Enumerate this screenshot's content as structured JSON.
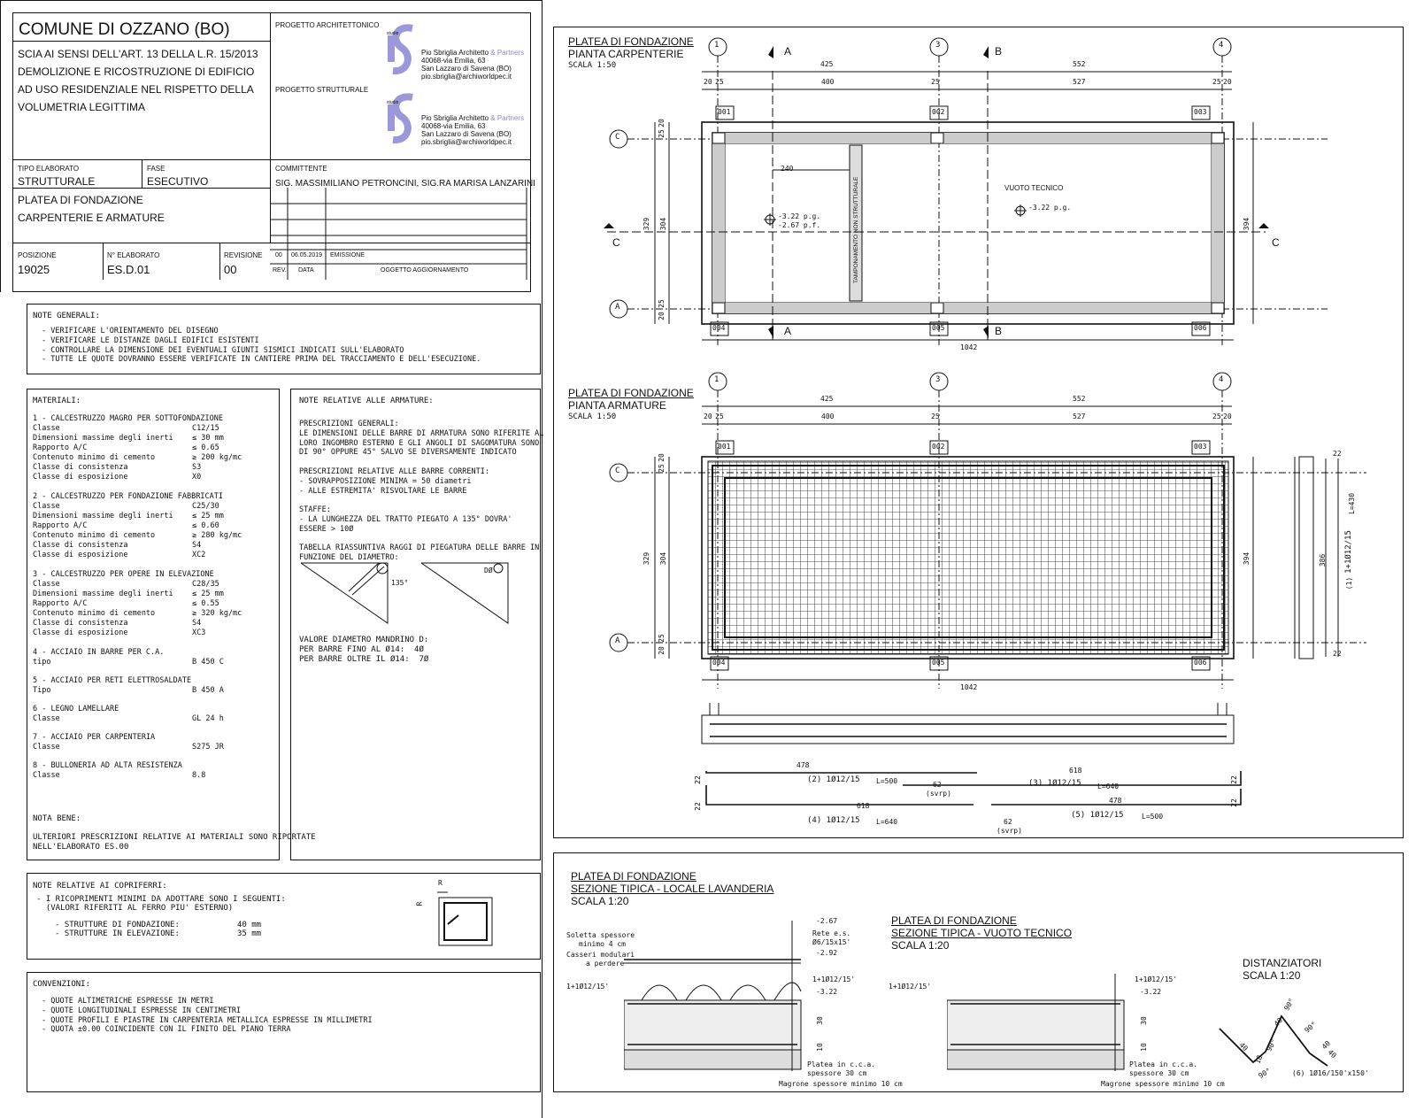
{
  "title_block": {
    "municipality": "COMUNE DI OZZANO (BO)",
    "description_lines": [
      "SCIA AI SENSI DELL'ART. 13 DELLA L.R. 15/2013",
      "DEMOLIZIONE E RICOSTRUZIONE DI EDIFICIO",
      "AD USO RESIDENZIALE NEL RISPETTO DELLA",
      "VOLUMETRIA LEGITTIMA"
    ],
    "arch_label": "PROGETTO ARCHITETTONICO",
    "struct_label": "PROGETTO STRUTTURALE",
    "studio_name": "Pio Sbriglia Architetto",
    "studio_partners": "& Partners",
    "studio_address": "40068-via Emilia, 63",
    "studio_city": "San Lazzaro di Savena (BO)",
    "studio_email": "pio.sbriglia@archiworldpec.it",
    "studio_logo_text": "studio",
    "tipo_label": "TIPO ELABORATO",
    "tipo_value": "STRUTTURALE",
    "fase_label": "FASE",
    "fase_value": "ESECUTIVO",
    "committente_label": "COMMITTENTE",
    "committente_value": "SIG. MASSIMILIANO PETRONCINI, SIG.RA MARISA LANZARINI",
    "drawing_title_1": "PLATEA DI FONDAZIONE",
    "drawing_title_2": "CARPENTERIE E ARMATURE",
    "posizione_label": "POSIZIONE",
    "posizione_value": "19025",
    "elaborato_label": "N° ELABORATO",
    "elaborato_value": "ES.D.01",
    "revisione_label": "REVISIONE",
    "revisione_value": "00",
    "rev_num": "00",
    "rev_date": "06.05.2019",
    "rev_obj": "EMISSIONE",
    "rev_h": "REV.",
    "data_h": "DATA",
    "oggetto_h": "OGGETTO AGGIORNAMENTO"
  },
  "note_generali": {
    "heading": "NOTE GENERALI:",
    "items": [
      "- VERIFICARE L'ORIENTAMENTO DEL DISEGNO",
      "- VERIFICARE LE DISTANZE DAGLI EDIFICI ESISTENTI",
      "- CONTROLLARE LA DIMENSIONE DEI EVENTUALI GIUNTI SISMICI INDICATI SULL'ELABORATO",
      "- TUTTE LE QUOTE DOVRANNO ESSERE VERIFICATE IN CANTIERE PRIMA DEL TRACCIAMENTO E DELL'ESECUZIONE."
    ]
  },
  "materiali": {
    "heading": "MATERIALI:",
    "groups": [
      {
        "title": "1 - CALCESTRUZZO MAGRO PER SOTTOFONDAZIONE",
        "rows": [
          [
            "Classe",
            "C12/15"
          ],
          [
            "Dimensioni massime degli inerti",
            "≤ 30 mm"
          ],
          [
            "Rapporto A/C",
            "≤ 0.65"
          ],
          [
            "Contenuto minimo di cemento",
            "≥ 200 kg/mc"
          ],
          [
            "Classe di consistenza",
            "S3"
          ],
          [
            "Classe di esposizione",
            "X0"
          ]
        ]
      },
      {
        "title": "2 - CALCESTRUZZO PER FONDAZIONE FABBRICATI",
        "rows": [
          [
            "Classe",
            "C25/30"
          ],
          [
            "Dimensioni massime degli inerti",
            "≤ 25 mm"
          ],
          [
            "Rapporto A/C",
            "≤ 0.60"
          ],
          [
            "Contenuto minimo di cemento",
            "≥ 280 kg/mc"
          ],
          [
            "Classe di consistenza",
            "S4"
          ],
          [
            "Classe di esposizione",
            "XC2"
          ]
        ]
      },
      {
        "title": "3 - CALCESTRUZZO PER OPERE IN ELEVAZIONE",
        "rows": [
          [
            "Classe",
            "C28/35"
          ],
          [
            "Dimensioni massime degli inerti",
            "≤ 25 mm"
          ],
          [
            "Rapporto A/C",
            "≤ 0.55"
          ],
          [
            "Contenuto minimo di cemento",
            "≥ 320 kg/mc"
          ],
          [
            "Classe di consistenza",
            "S4"
          ],
          [
            "Classe di esposizione",
            "XC3"
          ]
        ]
      },
      {
        "title": "4 - ACCIAIO IN BARRE PER C.A.",
        "rows": [
          [
            "tipo",
            "B 450 C"
          ]
        ]
      },
      {
        "title": "5 - ACCIAIO PER RETI ELETTROSALDATE",
        "rows": [
          [
            "Tipo",
            "B 450 A"
          ]
        ]
      },
      {
        "title": "6 - LEGNO LAMELLARE",
        "rows": [
          [
            "Classe",
            "GL 24 h"
          ]
        ]
      },
      {
        "title": "7 - ACCIAIO PER CARPENTERIA",
        "rows": [
          [
            "Classe",
            "S275 JR"
          ]
        ]
      },
      {
        "title": "8 - BULLONERIA AD ALTA RESISTENZA",
        "rows": [
          [
            "Classe",
            "8.8"
          ]
        ]
      }
    ],
    "nota_bene_heading": "NOTA BENE:",
    "nota_bene_text": [
      "ULTERIORI PRESCRIZIONI RELATIVE AI MATERIALI SONO RIPORTATE",
      "NELL'ELABORATO ES.00"
    ]
  },
  "note_armature": {
    "heading": "NOTE RELATIVE ALLE ARMATURE:",
    "lines": [
      "PRESCRIZIONI GENERALI:",
      "LE DIMENSIONI DELLE BARRE DI ARMATURA SONO RIFERITE AL",
      "LORO INGOMBRO ESTERNO E GLI ANGOLI DI SAGOMATURA SONO",
      "DI 90° OPPURE 45° SALVO SE DIVERSAMENTE INDICATO",
      "",
      "PRESCRIZIONI RELATIVE ALLE BARRE CORRENTI:",
      "- SOVRAPPOSIZIONE MINIMA = 50 diametri",
      "- ALLE ESTREMITA' RISVOLTARE LE BARRE",
      "",
      "STAFFE:",
      "- LA LUNGHEZZA DEL TRATTO PIEGATO A 135° DOVRA'",
      "ESSERE > 10Ø",
      "",
      "TABELLA RIASSUNTIVA RAGGI DI PIEGATURA DELLE BARRE IN",
      "FUNZIONE DEL DIAMETRO:"
    ],
    "angle_label": "135°",
    "d_label": "DØ",
    "mandrino_lines": [
      "VALORE DIAMETRO MANDRINO D:",
      "PER BARRE FINO AL Ø14:  4Ø",
      "PER BARRE OLTRE IL Ø14:  7Ø"
    ]
  },
  "copriferri": {
    "heading": "NOTE RELATIVE AI COPRIFERRI:",
    "lines": [
      "- I RICOPRIMENTI MINIMI DA ADOTTARE SONO I SEGUENTI:",
      "  (VALORI RIFERITI AL FERRO PIU' ESTERNO)"
    ],
    "rows": [
      [
        "- STRUTTURE DI FONDAZIONE:",
        "40 mm"
      ],
      [
        "- STRUTTURE IN ELEVAZIONE:",
        "35 mm"
      ]
    ],
    "r_label": "R"
  },
  "convenzioni": {
    "heading": "CONVENZIONI:",
    "items": [
      "- QUOTE ALTIMETRICHE ESPRESSE IN METRI",
      "- QUOTE LONGITUDINALI ESPRESSE IN CENTIMETRI",
      "- QUOTE PROFILI E PIASTRE IN CARPENTERIA METALLICA ESPRESSE IN MILLIMETRI",
      "- QUOTA ±0.00 COINCIDENTE CON IL FINITO DEL PIANO TERRA"
    ]
  },
  "plan_carpenterie": {
    "title": "PLATEA DI FONDAZIONE",
    "subtitle": "PIANTA CARPENTERIE",
    "scale": "SCALA 1:50",
    "axes": [
      "1",
      "3",
      "4"
    ],
    "row_axes": [
      "C",
      "A"
    ],
    "sections": [
      "A",
      "B",
      "C"
    ],
    "dim_top": [
      "425",
      "552"
    ],
    "dim_mid": [
      "20",
      "25",
      "400",
      "25",
      "527",
      "25",
      "20"
    ],
    "dim_total": "1042",
    "dim_left": [
      "329",
      "304",
      "25",
      "20",
      "25",
      "20"
    ],
    "dim_right": "394",
    "dim_inner": "240",
    "nodes": [
      "001",
      "002",
      "003",
      "004",
      "005",
      "006"
    ],
    "level_1": "-3.22 p.g.",
    "level_2": "-2.67 p.f.",
    "level_3": "-3.22 p.g.",
    "vuoto": "VUOTO TECNICO",
    "tamponamento": "TAMPONAMENTO NON STRUTTURALE"
  },
  "plan_armature": {
    "title": "PLATEA DI FONDAZIONE",
    "subtitle": "PIANTA ARMATURE",
    "scale": "SCALA 1:50",
    "dim_top": [
      "425",
      "552"
    ],
    "dim_mid": [
      "20",
      "25",
      "400",
      "25",
      "527",
      "25",
      "20"
    ],
    "dim_total": "1042",
    "dim_left": [
      "329",
      "304",
      "25",
      "20",
      "25",
      "20"
    ],
    "dim_right": "394",
    "dim_side": [
      "22",
      "386",
      "22"
    ],
    "side_bar": "1+1Ø12/15",
    "side_bar_num": "1",
    "side_bar_len": "L=430",
    "bars": [
      {
        "num": "2",
        "label": "1Ø12/15",
        "len": "L=500",
        "dim": "478"
      },
      {
        "num": "3",
        "label": "1Ø12/15",
        "len": "L=640",
        "dim": "618"
      },
      {
        "num": "4",
        "label": "1Ø12/15",
        "len": "L=640",
        "dim": "618"
      },
      {
        "num": "5",
        "label": "1Ø12/15",
        "len": "L=500",
        "dim": "478"
      }
    ],
    "svrp_value": "62",
    "svrp_label": "(svrp)",
    "bar_end": "22"
  },
  "sezione_lavanderia": {
    "title": "PLATEA DI FONDAZIONE",
    "subtitle": "SEZIONE TIPICA - LOCALE LAVANDERIA",
    "scale": "SCALA 1:20",
    "labels_left": [
      "Soletta spessore",
      "minimo 4 cm",
      "Casseri modulari",
      "a perdere",
      "1+1Ø12/15'"
    ],
    "labels_right": [
      "-2.67",
      "Rete e.s.",
      "Ø6/15x15'",
      "-2.92",
      "1+1Ø12/15'",
      "-3.22",
      "30",
      "10"
    ],
    "bottom_labels": [
      "Platea in c.c.a.",
      "spessore 30 cm",
      "Magrone spessore minimo 10 cm"
    ]
  },
  "sezione_vuoto": {
    "title": "PLATEA DI FONDAZIONE",
    "subtitle": "SEZIONE TIPICA - VUOTO TECNICO",
    "scale": "SCALA 1:20",
    "labels_left": [
      "1+1Ø12/15'"
    ],
    "labels_right": [
      "1+1Ø12/15'",
      "-3.22",
      "30",
      "10"
    ],
    "bottom_labels": [
      "Platea in c.c.a.",
      "spessore 30 cm",
      "Magrone spessore minimo 10 cm"
    ]
  },
  "distanziatori": {
    "title": "DISTANZIATORI",
    "scale": "SCALA 1:20",
    "dims": [
      "90°",
      "40",
      "90°",
      "40",
      "18",
      "90°",
      "40",
      "40",
      "90°"
    ],
    "label_num": "6",
    "label": "1Ø16/150'x150'"
  }
}
